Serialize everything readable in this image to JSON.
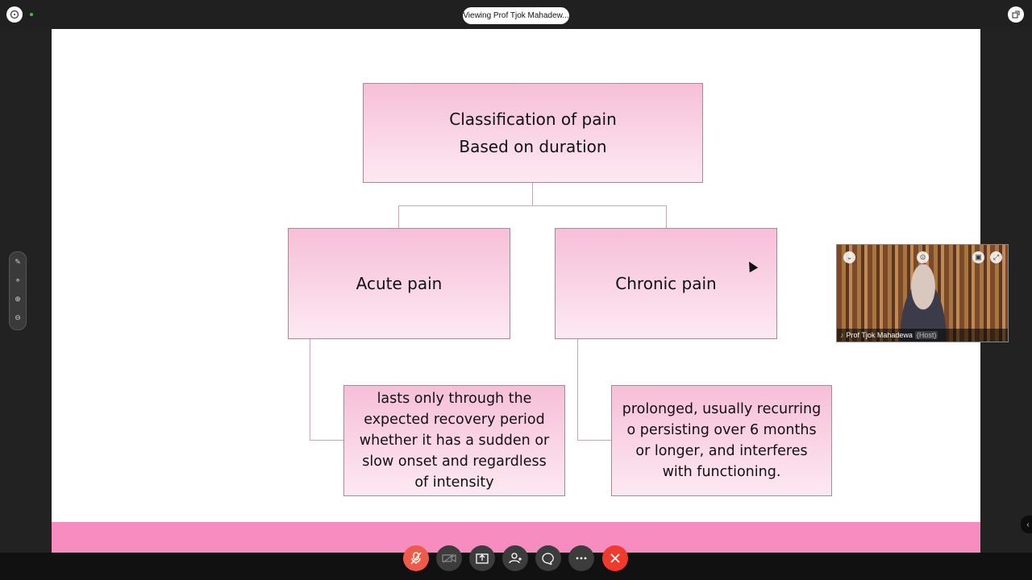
{
  "header": {
    "viewing_label": "Viewing Prof Tjok Mahadew..."
  },
  "slide": {
    "title_line1": "Classification of pain",
    "title_line2": "Based on duration",
    "left_node": "Acute pain",
    "right_node": "Chronic pain",
    "left_desc": [
      "lasts only through the",
      "expected recovery  period",
      "whether it has a sudden or",
      "slow onset and  regardless",
      "of intensity"
    ],
    "right_desc": [
      "prolonged, usually recurring",
      "o  persisting over 6 months",
      "or longer, and interferes",
      "with functioning."
    ]
  },
  "video": {
    "participant_name": "Prof Tjok Mahadewa",
    "role_tag": "(Host)"
  },
  "icons": {
    "left_top": "info-icon",
    "right_top": "popout-icon",
    "toolbar": [
      "mic-muted-icon",
      "camera-off-icon",
      "share-screen-icon",
      "participants-icon",
      "chat-icon",
      "more-icon",
      "end-call-icon"
    ]
  },
  "colors": {
    "node_fill_top": "#f6bfd8",
    "node_fill_bottom": "#fde9f2",
    "footer_band": "#f68cbf",
    "end_call": "#f03a2e",
    "mute": "#f05a4a"
  }
}
